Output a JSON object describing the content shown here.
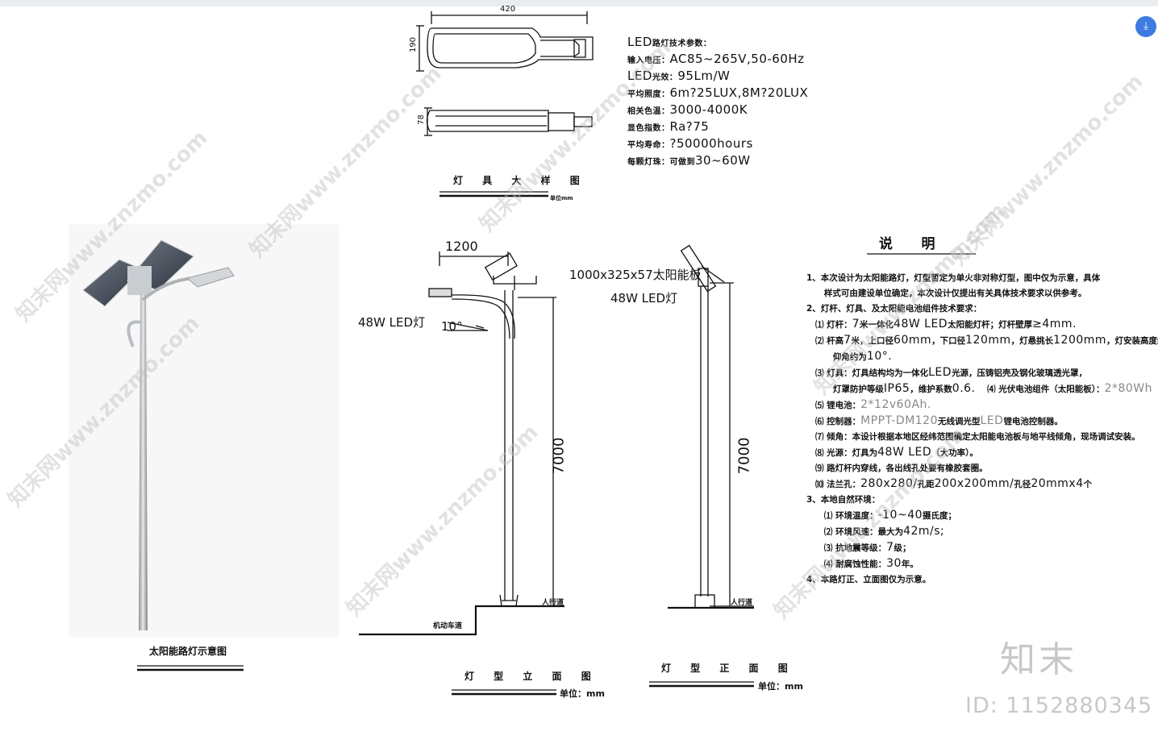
{
  "fixture": {
    "width_dim": "420",
    "height_dim": "190",
    "depth_dim": "78",
    "caption": "灯 具 大 样 图",
    "unit": "单位mm"
  },
  "specs": [
    {
      "label": "LED",
      "small": "路灯技术参数：",
      "value": ""
    },
    {
      "label": "",
      "small": "输入电压：",
      "value": "AC85~265V,50-60Hz"
    },
    {
      "label": "LED",
      "small": "光效：",
      "value": "95Lm/W"
    },
    {
      "label": "",
      "small": "平均照度：",
      "value": "6m?25LUX,8M?20LUX"
    },
    {
      "label": "",
      "small": "相关色温：",
      "value": "3000-4000K"
    },
    {
      "label": "",
      "small": "显色指数：",
      "value": "Ra?75"
    },
    {
      "label": "",
      "small": "平均寿命：",
      "value": "?50000hours"
    },
    {
      "label": "",
      "small": "每颗灯珠：可做到",
      "value": "30~60W"
    }
  ],
  "photo": {
    "caption": "太阳能路灯示意图"
  },
  "elevation": {
    "arm_dim": "1200",
    "lamp_label": "48W LED灯",
    "angle": "10°",
    "height_dim": "7000",
    "sidewalk": "人行道",
    "road": "机动车道",
    "caption": "灯 型 立 面 图",
    "unit": "单位：mm"
  },
  "front": {
    "panel_label": "1000x325x57太阳能板",
    "lamp_label": "48W LED灯",
    "height_dim": "7000",
    "sidewalk": "人行道",
    "caption": "灯 型 正 面 图",
    "unit": "单位：mm"
  },
  "notes": {
    "title": "说      明",
    "lines": [
      [
        {
          "t": "1、本次设计为太阳能路灯，灯型暂定为单火非对称灯型，图中仅为示意，具体",
          "c": ""
        }
      ],
      [
        {
          "t": "      样式可由建设单位确定，本次设计仅提出有关具体技术要求以供参考。",
          "c": ""
        }
      ],
      [
        {
          "t": "2、灯杆、灯具、及太阳能电池组件技术要求：",
          "c": ""
        }
      ],
      [
        {
          "t": "   ⑴ 灯杆：",
          "c": ""
        },
        {
          "t": "7",
          "c": "big"
        },
        {
          "t": "米一体化",
          "c": ""
        },
        {
          "t": "48W LED",
          "c": "big"
        },
        {
          "t": "太阳能灯杆；灯杆壁厚",
          "c": ""
        },
        {
          "t": "≥4mm.",
          "c": "big"
        }
      ],
      [
        {
          "t": "   ⑵ 杆高",
          "c": ""
        },
        {
          "t": "7",
          "c": "big"
        },
        {
          "t": "米，上口径",
          "c": ""
        },
        {
          "t": "60mm",
          "c": "big"
        },
        {
          "t": "，下口径",
          "c": ""
        },
        {
          "t": "120mm",
          "c": "big"
        },
        {
          "t": "，灯悬挑长",
          "c": ""
        },
        {
          "t": "1200mm",
          "c": "big"
        },
        {
          "t": "，灯安装高度约为",
          "c": ""
        },
        {
          "t": "7",
          "c": "big"
        },
        {
          "t": "米，",
          "c": ""
        }
      ],
      [
        {
          "t": "         仰角约为",
          "c": ""
        },
        {
          "t": "10°.",
          "c": "big"
        }
      ],
      [
        {
          "t": "   ⑶ 灯具：灯具结构均为一体化",
          "c": ""
        },
        {
          "t": "LED",
          "c": "big"
        },
        {
          "t": "光源，压铸铝壳及钢化玻璃透光罩，",
          "c": ""
        }
      ],
      [
        {
          "t": "         灯罩防护等级",
          "c": ""
        },
        {
          "t": "IP65",
          "c": "big"
        },
        {
          "t": "，维护系数",
          "c": ""
        },
        {
          "t": "0.6.",
          "c": "big"
        },
        {
          "t": "    ⑷ 光伏电池组件（太阳能板）：",
          "c": ""
        },
        {
          "t": "2*80Wh",
          "c": "gray"
        }
      ],
      [
        {
          "t": "   ⑸ 锂电池：",
          "c": ""
        },
        {
          "t": "2*12v60Ah.",
          "c": "gray"
        }
      ],
      [
        {
          "t": "   ⑹ 控制器：",
          "c": ""
        },
        {
          "t": "MPPT-DM120",
          "c": "gray"
        },
        {
          "t": "无线调光型",
          "c": ""
        },
        {
          "t": "LED",
          "c": "gray"
        },
        {
          "t": "锂电池控制器。",
          "c": ""
        }
      ],
      [
        {
          "t": "   ⑺ 倾角：本设计根据本地区经纬范围确定太阳能电池板与地平线倾角，现场调试安装。",
          "c": ""
        }
      ],
      [
        {
          "t": "   ⑻ 光源：灯具为",
          "c": ""
        },
        {
          "t": "48W LED",
          "c": "big"
        },
        {
          "t": "（大功率）。",
          "c": ""
        }
      ],
      [
        {
          "t": "   ⑼ 路灯杆内穿线，各出线孔处要有橡胶套圈。",
          "c": ""
        }
      ],
      [
        {
          "t": "   ⑽ 法兰孔：",
          "c": ""
        },
        {
          "t": "280x280/",
          "c": "big"
        },
        {
          "t": "孔距",
          "c": ""
        },
        {
          "t": "200x200mm/",
          "c": "big"
        },
        {
          "t": "孔径",
          "c": ""
        },
        {
          "t": "20mmx4",
          "c": "big"
        },
        {
          "t": "个",
          "c": ""
        }
      ],
      [
        {
          "t": "3、本地自然环境：",
          "c": ""
        }
      ],
      [
        {
          "t": "      ⑴ 环境温度：",
          "c": ""
        },
        {
          "t": "-10~40",
          "c": "big"
        },
        {
          "t": "摄氏度；",
          "c": ""
        }
      ],
      [
        {
          "t": "      ⑵ 环境风速：最大为",
          "c": ""
        },
        {
          "t": "42m/s;",
          "c": "big"
        }
      ],
      [
        {
          "t": "      ⑶ 抗地震等级：",
          "c": ""
        },
        {
          "t": "7",
          "c": "big"
        },
        {
          "t": "级；",
          "c": ""
        }
      ],
      [
        {
          "t": "      ⑷ 耐腐蚀性能：",
          "c": ""
        },
        {
          "t": "30",
          "c": "big"
        },
        {
          "t": "年。",
          "c": ""
        }
      ],
      [
        {
          "t": "4、本路灯正、立面图仅为示意。",
          "c": ""
        }
      ]
    ]
  },
  "watermarks": [
    "知末网www.znzmo.com",
    "知末网www.znzmo.com",
    "知末网www.znzmo.com",
    "知末网www.znzmo.com",
    "知末网www.znzmo.com",
    "知末网www.znzmo.com",
    "知末网www.znzmo.com",
    "知末网www.znzmo.com"
  ],
  "brand": {
    "logo": "知末",
    "id": "ID: 1152880345"
  },
  "fab_icon": "image-download-icon"
}
